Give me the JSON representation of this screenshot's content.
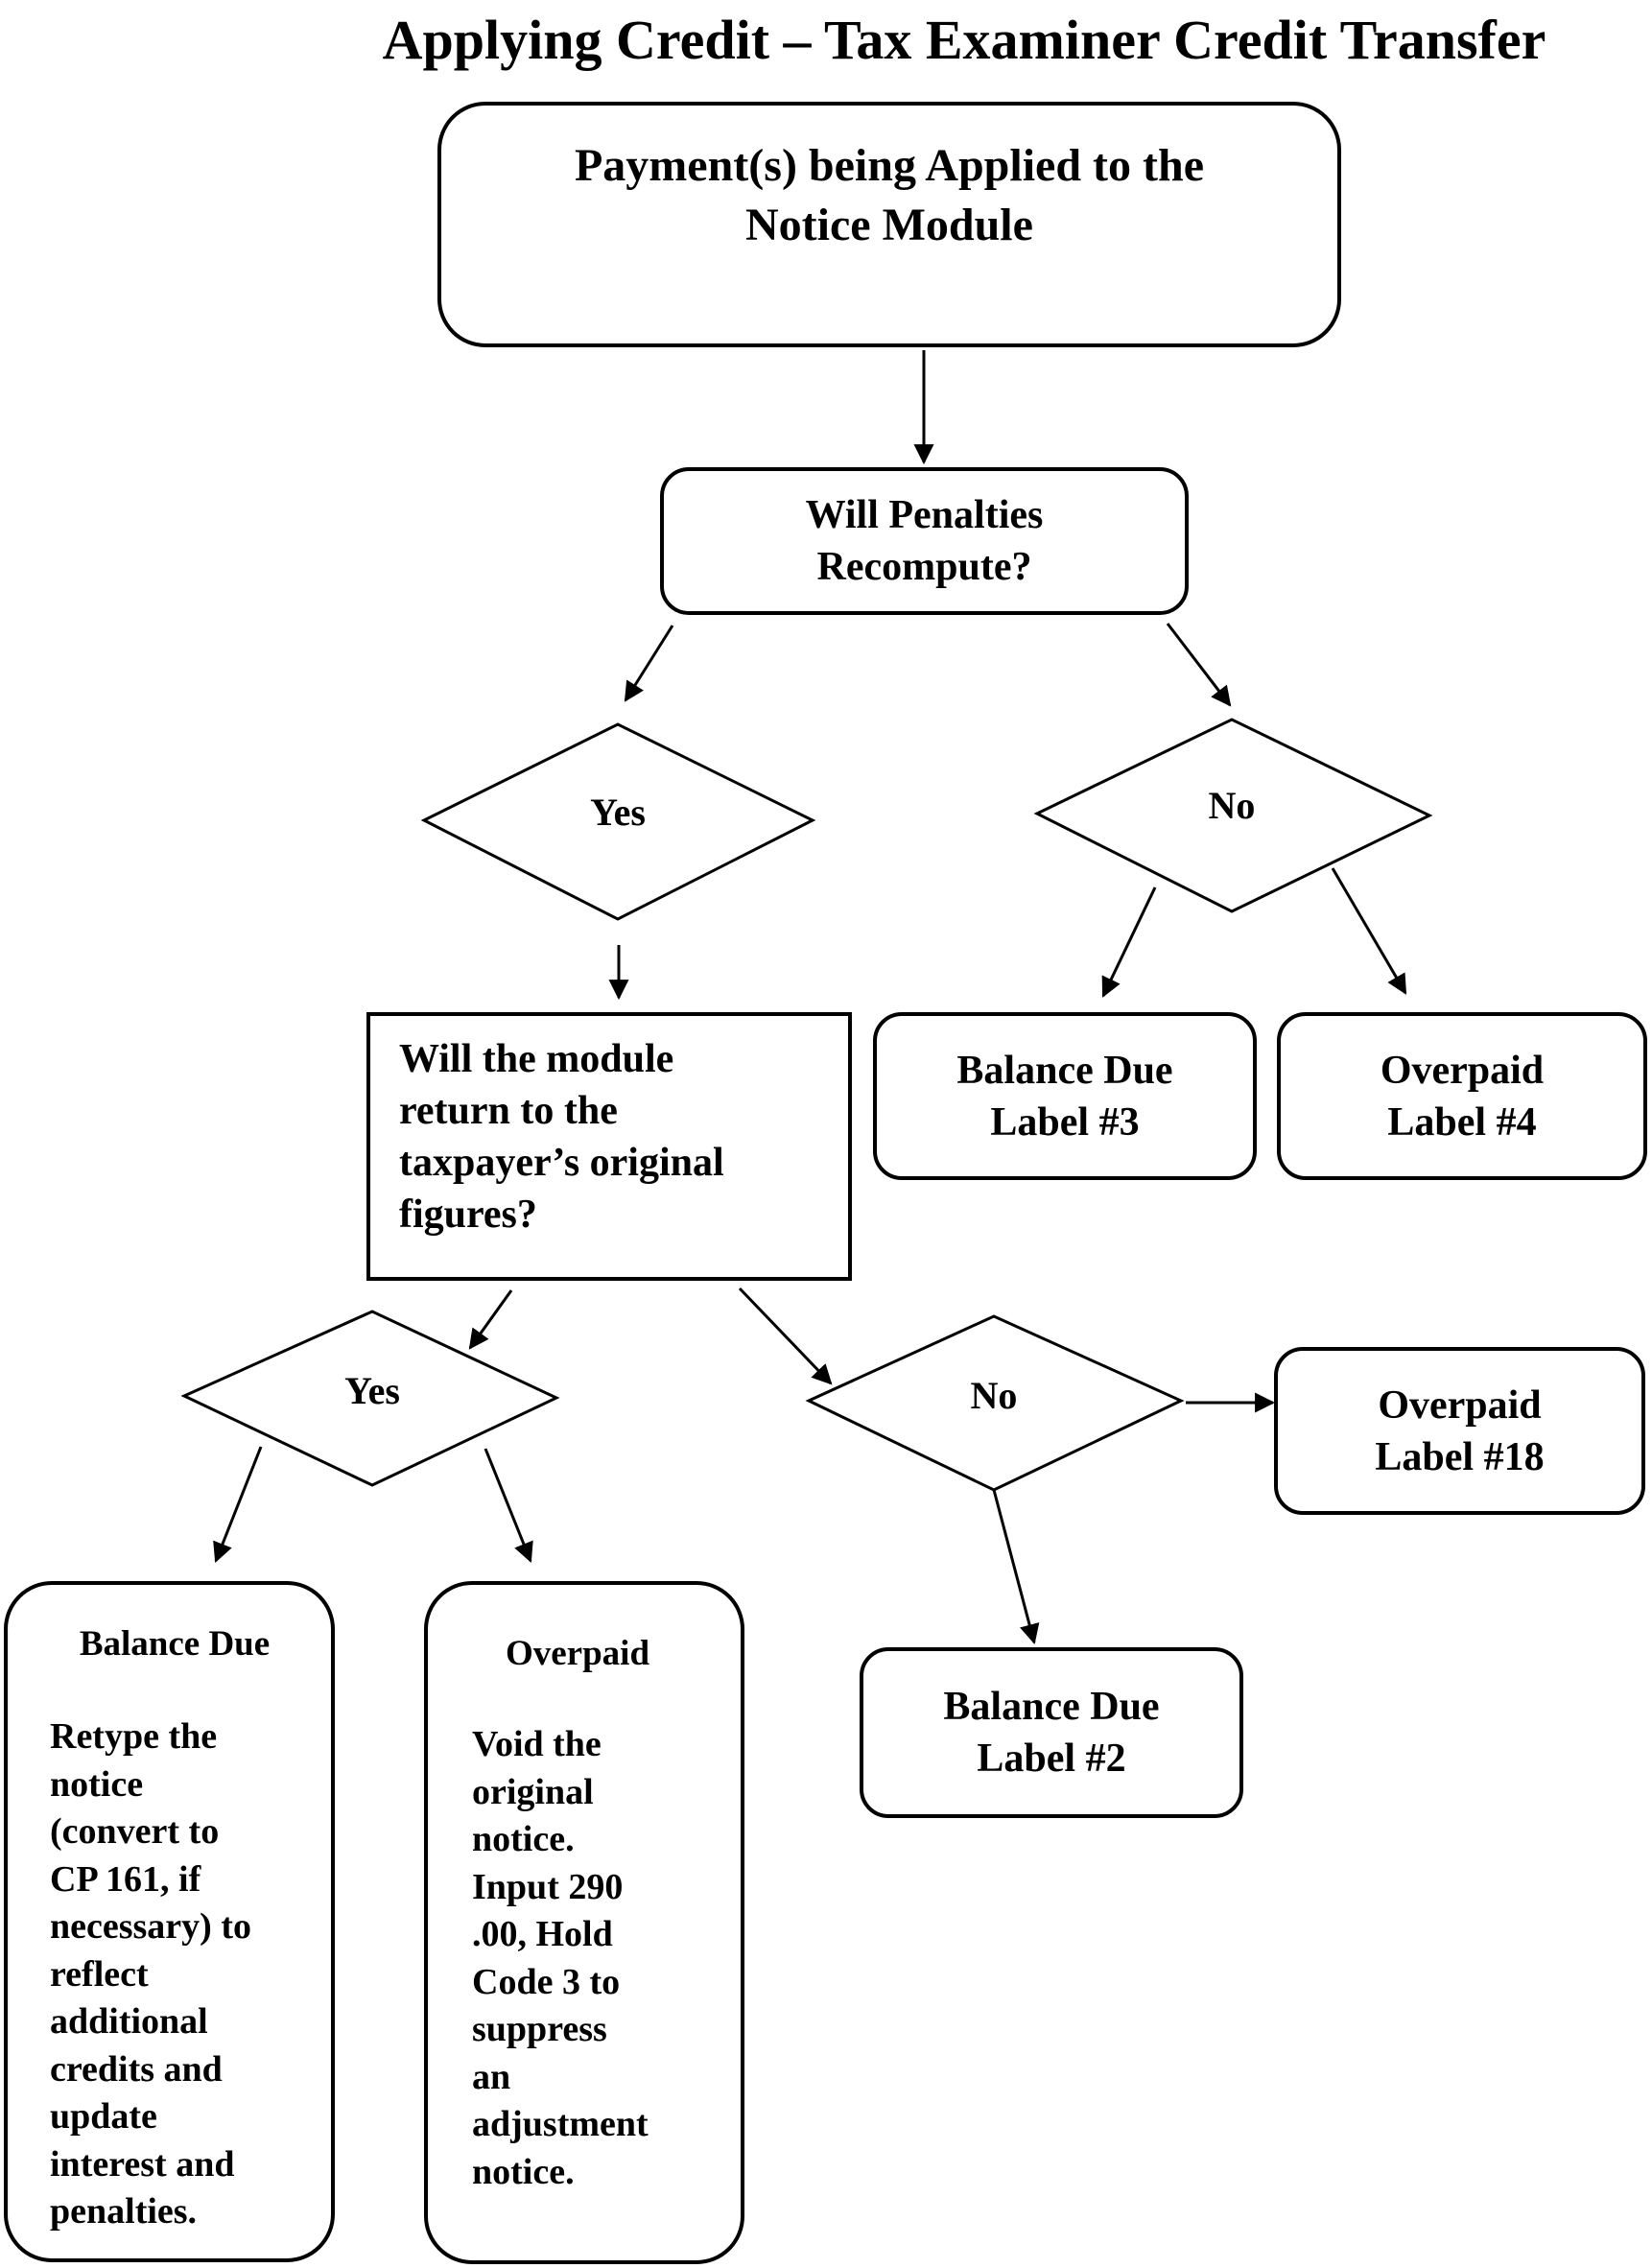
{
  "title": "Applying Credit – Tax Examiner Credit Transfer",
  "nodes": {
    "start": "Payment(s) being Applied to the\nNotice Module",
    "q_penalties": "Will Penalties\nRecompute?",
    "d_yes_1": "Yes",
    "d_no_1": "No",
    "q_original": "Will the module\nreturn to the\ntaxpayer’s original\nfigures?",
    "balance_due_label_3": "Balance Due\nLabel #3",
    "overpaid_label_4": "Overpaid\nLabel #4",
    "d_yes_2": "Yes",
    "d_no_2": "No",
    "overpaid_label_18": "Overpaid\nLabel #18",
    "balance_due_label_2": "Balance Due\nLabel #2",
    "balance_due_box": {
      "heading": "Balance Due",
      "body": "Retype the\nnotice\n(convert to\nCP 161, if\nnecessary) to\nreflect\nadditional\ncredits and\nupdate\ninterest and\npenalties."
    },
    "overpaid_box": {
      "heading": "Overpaid",
      "body": "Void the\noriginal\nnotice.\nInput 290\n.00, Hold\nCode 3 to\nsuppress\nan\nadjustment\nnotice."
    }
  }
}
